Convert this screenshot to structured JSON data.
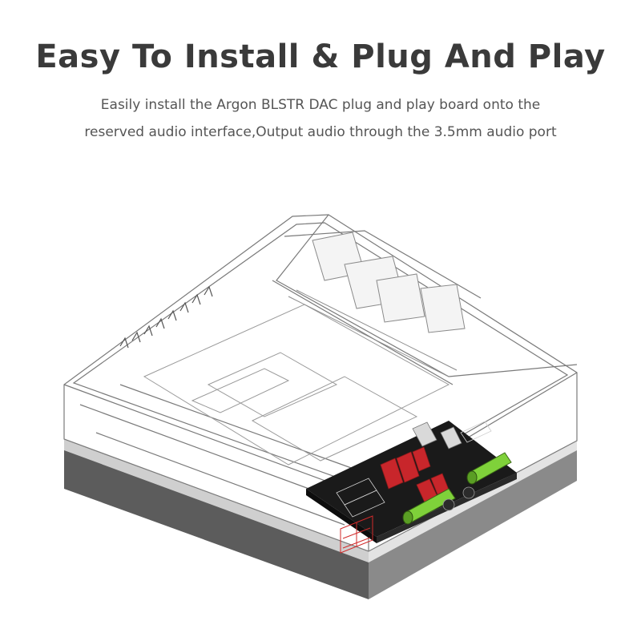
{
  "header": {
    "title": "Easy To Install & Plug And Play",
    "description_line1": "Easily install the Argon BLSTR DAC plug and play board onto the",
    "description_line2": "reserved audio interface,Output audio through the 3.5mm audio port"
  },
  "colors": {
    "outline": "#7a7a7a",
    "base": "#5a5a5a",
    "board": "#1a1a1a",
    "capacitor": "#c8262b",
    "jack": "#7fd13a",
    "connector": "#d02a2a"
  }
}
